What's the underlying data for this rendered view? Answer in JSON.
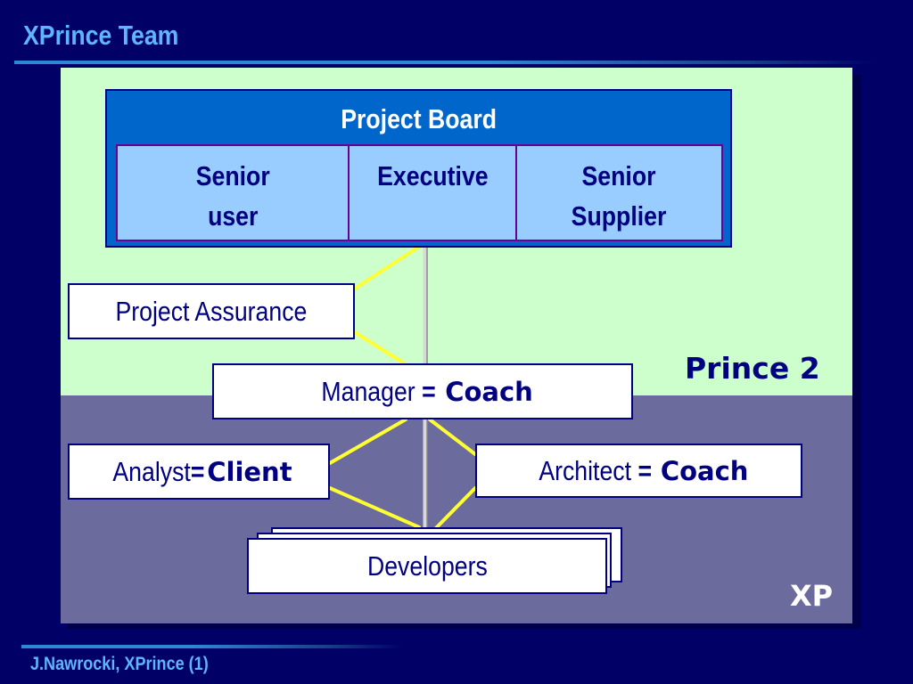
{
  "slide": {
    "title": "XPrince Team",
    "footer": "J.Nawrocki, XPrince (1)"
  },
  "diagram": {
    "project_board": {
      "title": "Project Board",
      "roles": [
        "Senior\nuser",
        "Executive",
        "Senior\nSupplier"
      ]
    },
    "project_assurance": "Project Assurance",
    "manager": {
      "role": "Manager",
      "equals": " = ",
      "xp_role": "Coach"
    },
    "analyst": {
      "role": "Analyst",
      "equals": "=",
      "xp_role": "Client"
    },
    "architect": {
      "role": "Architect",
      "equals": " = ",
      "xp_role": "Coach"
    },
    "developers": "Developers",
    "regions": {
      "prince2": "Prince 2",
      "xp": "XP"
    },
    "colors": {
      "background": "#000066",
      "prince2_area": "#ccffcc",
      "xp_area": "#6b6b9e",
      "board_fill": "#0066cc",
      "role_fill": "#99ccff",
      "text_dark": "#000080",
      "connector": "#ffff33",
      "title_accent": "#5fb4ff"
    }
  }
}
